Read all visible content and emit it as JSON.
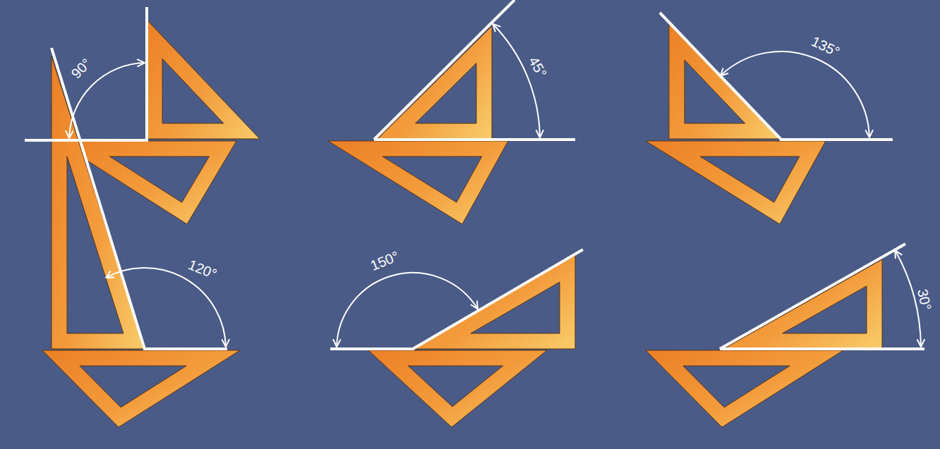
{
  "diagram": {
    "labels": [
      "90°",
      "45°",
      "135°",
      "120°",
      "150°",
      "30°"
    ]
  }
}
